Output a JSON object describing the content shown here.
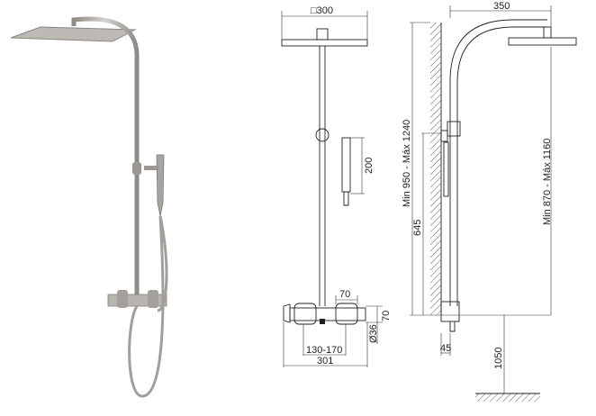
{
  "front_view": {
    "head_size": "□300",
    "hand_shower_length": "200",
    "mixer_spacing": "70",
    "mixer_height": "70",
    "pipe_diameter": "Ø36",
    "inlet_centres": "130-170",
    "mixer_width": "301"
  },
  "side_view": {
    "arm_reach": "350",
    "total_height_range": "Min 950 - Máx 1240",
    "bracket_height": "645",
    "head_height_range": "Min 870 - Máx 1160",
    "wall_offset": "45",
    "floor_height": "1050"
  },
  "colors": {
    "metal": "#a8a49f",
    "line": "#222222"
  }
}
